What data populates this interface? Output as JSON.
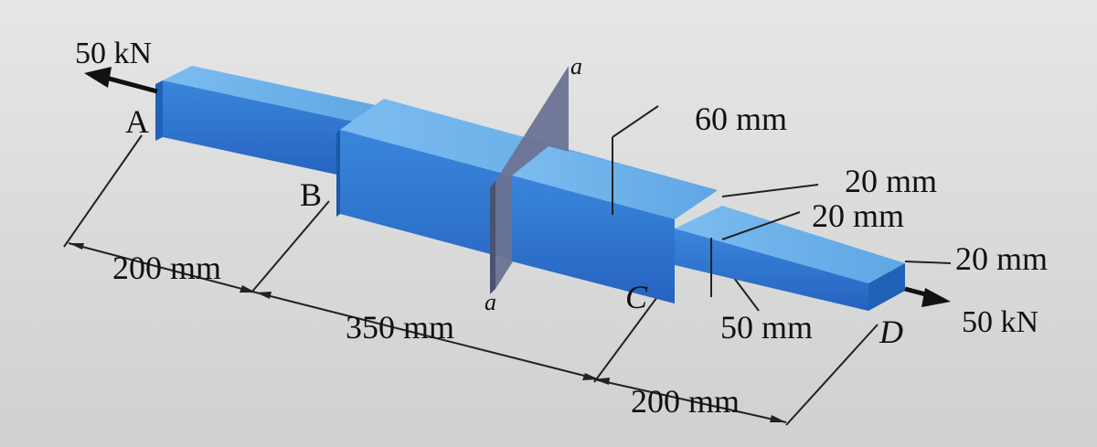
{
  "diagram": {
    "load_left": "50 kN",
    "load_right": "50 kN",
    "points": {
      "a": "A",
      "b": "B",
      "c": "C",
      "d": "D"
    },
    "section_top": "a",
    "section_bottom": "a",
    "dims": {
      "ab": "200 mm",
      "bc": "350 mm",
      "cd": "200 mm",
      "width_large": "60 mm",
      "thick_mid_1": "20 mm",
      "thick_mid_2": "20 mm",
      "thick_end": "20 mm",
      "height_mid": "50 mm"
    },
    "colors": {
      "bar_top": "#6eb3ea",
      "bar_front": "#2e78d2",
      "bar_side": "#1f62b8",
      "plane": "#6b7394",
      "background": "#dcdcdc"
    }
  }
}
